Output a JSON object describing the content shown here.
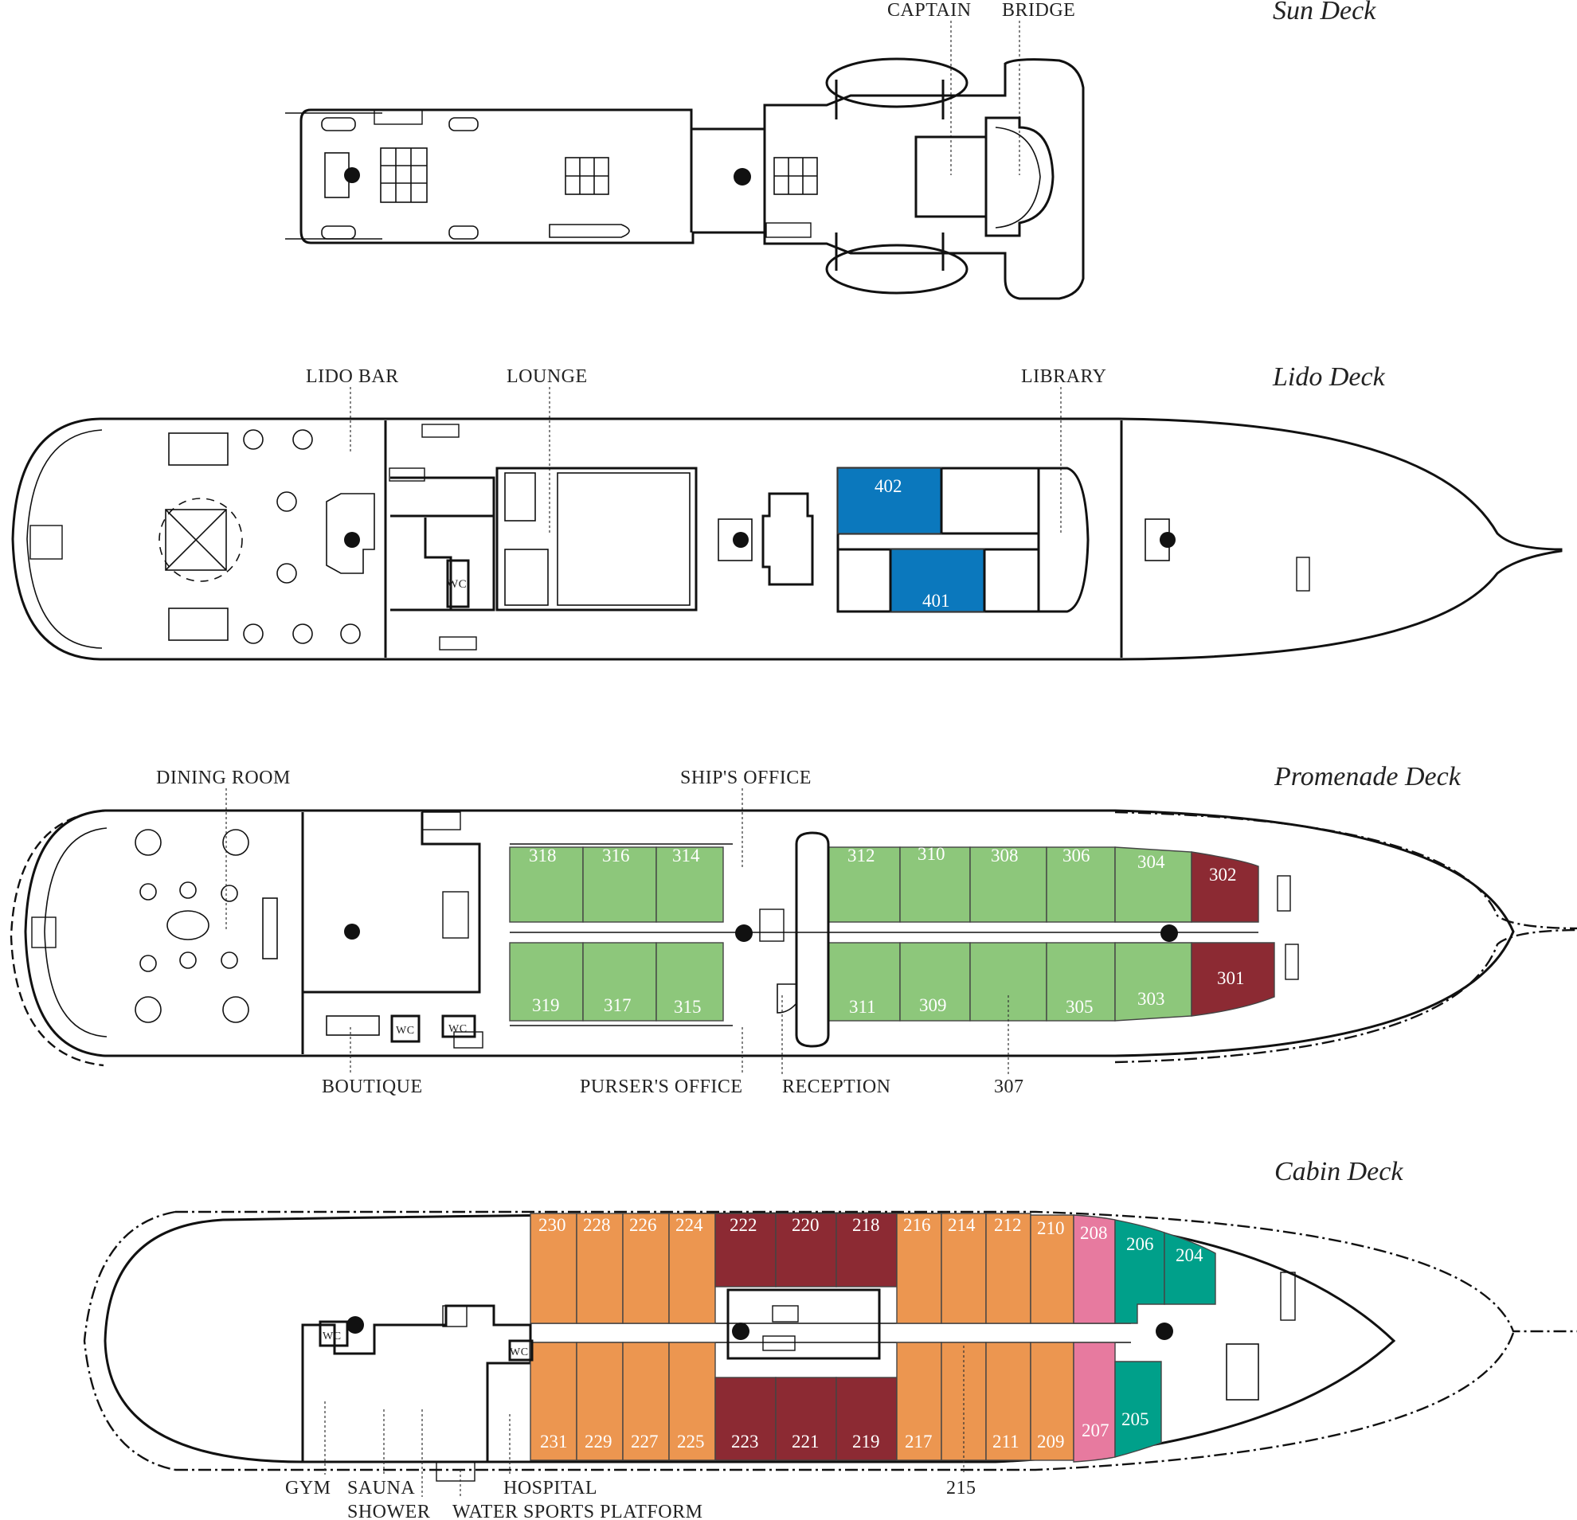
{
  "colors": {
    "suite_blue": "#0b78bd",
    "green_cabin": "#8dc77b",
    "red_cabin": "#8c2a33",
    "orange_cabin": "#ec9650",
    "pink_cabin": "#e77a9f",
    "teal_cabin": "#00a08a",
    "outline": "#111111"
  },
  "decks": {
    "sun": {
      "name": "Sun Deck",
      "labels": {
        "captain": "CAPTAIN",
        "bridge": "BRIDGE"
      }
    },
    "lido": {
      "name": "Lido Deck",
      "labels": {
        "lido_bar": "LIDO BAR",
        "lounge": "LOUNGE",
        "library": "LIBRARY",
        "wc": "WC"
      },
      "cabins": [
        "402",
        "401"
      ]
    },
    "promenade": {
      "name": "Promenade Deck",
      "labels": {
        "dining_room": "DINING ROOM",
        "ships_office": "SHIP'S OFFICE",
        "boutique": "BOUTIQUE",
        "pursers_office": "PURSER'S OFFICE",
        "reception": "RECEPTION",
        "cabin_307": "307",
        "wc1": "WC",
        "wc2": "WC"
      },
      "cabins": [
        "318",
        "316",
        "314",
        "312",
        "310",
        "308",
        "306",
        "304",
        "302",
        "319",
        "317",
        "315",
        "311",
        "309",
        "305",
        "303",
        "301"
      ]
    },
    "cabin": {
      "name": "Cabin Deck",
      "labels": {
        "gym": "GYM",
        "sauna": "SAUNA",
        "shower": "SHOWER",
        "hospital": "HOSPITAL",
        "water_sports": "WATER SPORTS PLATFORM",
        "cabin_215": "215",
        "wc1": "WC",
        "wc2": "WC"
      },
      "cabins": [
        "230",
        "228",
        "226",
        "224",
        "222",
        "220",
        "218",
        "216",
        "214",
        "212",
        "210",
        "208",
        "206",
        "204",
        "231",
        "229",
        "227",
        "225",
        "223",
        "221",
        "219",
        "217",
        "211",
        "209",
        "207",
        "205"
      ]
    }
  }
}
